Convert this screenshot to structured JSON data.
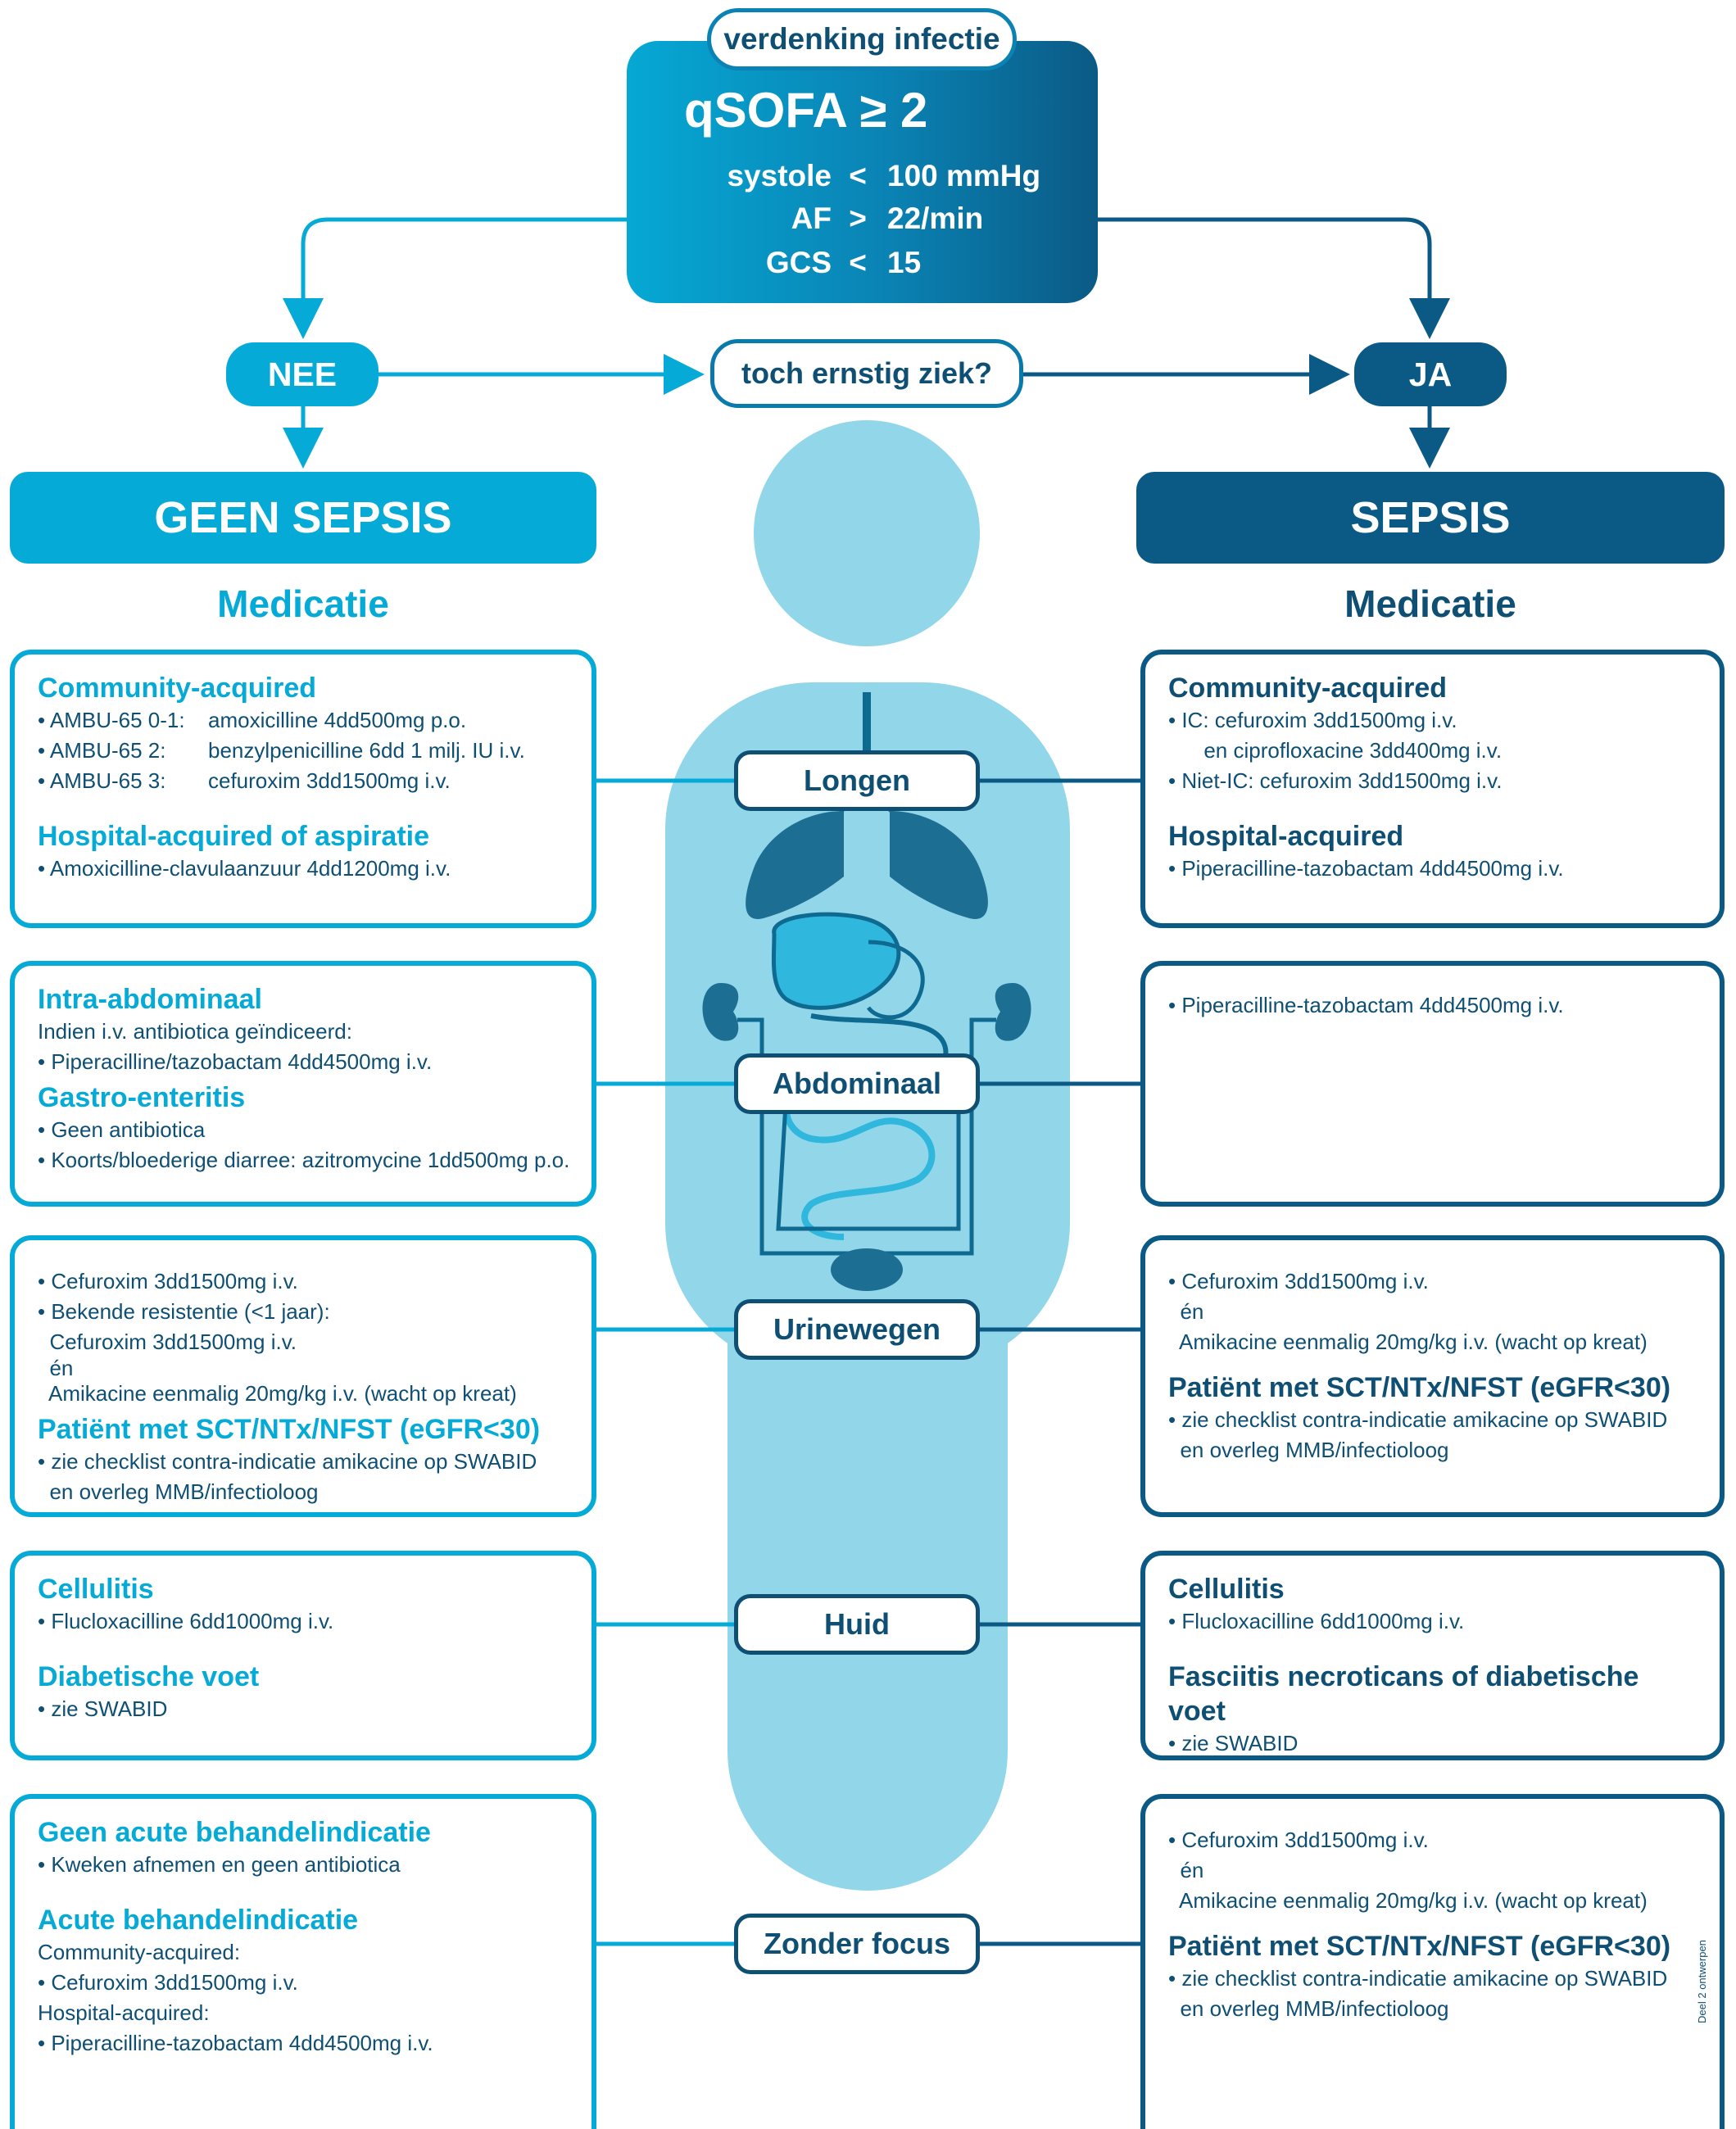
{
  "flow": {
    "suspicion": "verdenking infectie",
    "qsofa_title": "qSOFA ≥ 2",
    "criteria": [
      {
        "label": "systole",
        "symbol": "<",
        "value": "100 mmHg"
      },
      {
        "label": "AF",
        "symbol": ">",
        "value": "22/min"
      },
      {
        "label": "GCS",
        "symbol": "<",
        "value": "15"
      }
    ],
    "no": "NEE",
    "yes": "JA",
    "still_sick": "toch ernstig ziek?",
    "no_sepsis": "GEEN SEPSIS",
    "sepsis": "SEPSIS",
    "medication_left": "Medicatie",
    "medication_right": "Medicatie"
  },
  "organs": {
    "longen": "Longen",
    "abdominaal": "Abdominaal",
    "urinewegen": "Urinewegen",
    "huid": "Huid",
    "zonder_focus": "Zonder focus"
  },
  "left": {
    "longen": {
      "h1": "Community-acquired",
      "rows": [
        {
          "k": "• AMBU-65 0-1:",
          "v": "amoxicilline 4dd500mg p.o."
        },
        {
          "k": "• AMBU-65 2:",
          "v": "benzylpenicilline 6dd 1 milj. IU i.v."
        },
        {
          "k": "• AMBU-65 3:",
          "v": "cefuroxim 3dd1500mg i.v."
        }
      ],
      "h2": "Hospital-acquired of aspiratie",
      "l1": "• Amoxicilline-clavulaanzuur 4dd1200mg i.v."
    },
    "abdominaal": {
      "h1": "Intra-abdominaal",
      "l1": "Indien i.v. antibiotica geïndiceerd:",
      "l2": "• Piperacilline/tazobactam 4dd4500mg i.v.",
      "h2": "Gastro-enteritis",
      "l3": "• Geen antibiotica",
      "l4": "• Koorts/bloederige diarree: azitromycine 1dd500mg p.o."
    },
    "urinewegen": {
      "l1": "• Cefuroxim 3dd1500mg i.v.",
      "l2": "• Bekende resistentie (<1 jaar):",
      "l3": "  Cefuroxim 3dd1500mg i.v.",
      "l4": "  én",
      "l5": "  Amikacine eenmalig 20mg/kg i.v. (wacht op kreat)",
      "h1": "Patiënt met SCT/NTx/NFST (eGFR<30)",
      "l6": "• zie checklist contra-indicatie amikacine op SWABID",
      "l7": "  en overleg MMB/infectioloog"
    },
    "huid": {
      "h1": "Cellulitis",
      "l1": "• Flucloxacilline 6dd1000mg i.v.",
      "h2": "Diabetische voet",
      "l2": "• zie SWABID"
    },
    "zonder_focus": {
      "h1": "Geen acute behandelindicatie",
      "l1": "• Kweken afnemen en geen antibiotica",
      "h2": "Acute behandelindicatie",
      "l2": "Community-acquired:",
      "l3": "• Cefuroxim 3dd1500mg i.v.",
      "l4": "Hospital-acquired:",
      "l5": "• Piperacilline-tazobactam 4dd4500mg i.v."
    }
  },
  "right": {
    "longen": {
      "h1": "Community-acquired",
      "l1": "• IC: cefuroxim 3dd1500mg i.v.",
      "l2": "      en ciprofloxacine 3dd400mg i.v.",
      "l3": "• Niet-IC: cefuroxim 3dd1500mg i.v.",
      "h2": "Hospital-acquired",
      "l4": "• Piperacilline-tazobactam 4dd4500mg i.v."
    },
    "abdominaal": {
      "l1": "• Piperacilline-tazobactam 4dd4500mg i.v."
    },
    "urinewegen": {
      "l1": "• Cefuroxim 3dd1500mg i.v.",
      "l2": "  én",
      "l3": "  Amikacine eenmalig 20mg/kg i.v. (wacht op kreat)",
      "h1": "Patiënt met SCT/NTx/NFST (eGFR<30)",
      "l4": "• zie checklist contra-indicatie amikacine op SWABID",
      "l5": "  en overleg MMB/infectioloog"
    },
    "huid": {
      "h1": "Cellulitis",
      "l1": "• Flucloxacilline 6dd1000mg i.v.",
      "h2": "Fasciitis necroticans of diabetische voet",
      "l2": "• zie SWABID"
    },
    "zonder_focus": {
      "l1": "• Cefuroxim 3dd1500mg i.v.",
      "l2": "  én",
      "l3": "  Amikacine eenmalig 20mg/kg i.v. (wacht op kreat)",
      "h1": "Patiënt met SCT/NTx/NFST (eGFR<30)",
      "l4": "• zie checklist contra-indicatie amikacine op SWABID",
      "l5": "  en overleg MMB/infectioloog"
    }
  },
  "credit": "Deel 2 ontwerpen",
  "colors": {
    "light_blue": "#06aad6",
    "dark_blue": "#0b5a85",
    "body": "#92d6ea",
    "text": "#0e4f73"
  },
  "icons": [
    "arrow-icon",
    "lungs-icon",
    "organs-icon",
    "kidney-icon",
    "bladder-icon"
  ]
}
